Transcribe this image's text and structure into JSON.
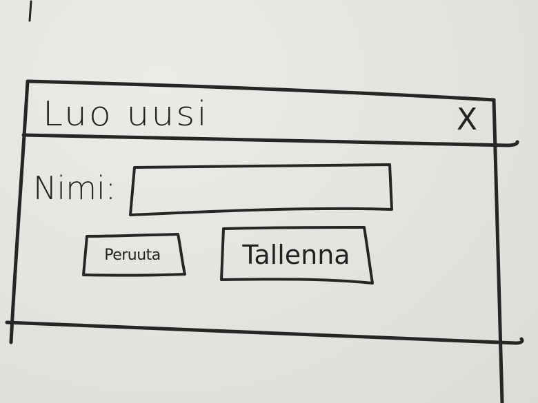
{
  "dialog": {
    "title": "Luo uusi",
    "close_label": "X"
  },
  "form": {
    "name_label": "Nimi:",
    "name_value": "",
    "name_placeholder": ""
  },
  "actions": {
    "cancel_label": "Peruuta",
    "save_label": "Tallenna"
  },
  "colors": {
    "ink": "#262626",
    "paper": "#e6e4df"
  }
}
